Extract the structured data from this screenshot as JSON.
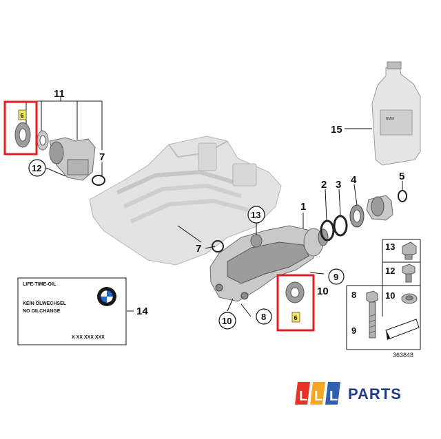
{
  "diagram": {
    "callouts": {
      "c1": "1",
      "c2": "2",
      "c3": "3",
      "c4": "4",
      "c5": "5",
      "c7a": "7",
      "c7b": "7",
      "c8": "8",
      "c9": "9",
      "c10a": "10",
      "c10b": "10",
      "c11": "11",
      "c12": "12",
      "c13": "13",
      "c14": "14",
      "c15": "15"
    },
    "seal_marks": {
      "left": "6",
      "right": "6"
    },
    "oil_label": {
      "line1": "LIFE-TIME-OIL",
      "line2": "KEIN ÖLWECHSEL",
      "line3": "NO OILCHANGE",
      "code": "X XX XXX XXX"
    },
    "legend": {
      "r13": "13",
      "r12": "12",
      "r10": "10",
      "r8": "8",
      "r9": "9"
    },
    "reference_number": "363848",
    "bottle_text": "BMW"
  },
  "branding": {
    "logo_letters": [
      "L",
      "L",
      "L"
    ],
    "name": "PARTS",
    "logo_colors": [
      "#e63323",
      "#f5a623",
      "#2f5fb0"
    ]
  },
  "colors": {
    "highlight": "#e31b23",
    "seal_mark_bg": "#f2ea5c"
  }
}
